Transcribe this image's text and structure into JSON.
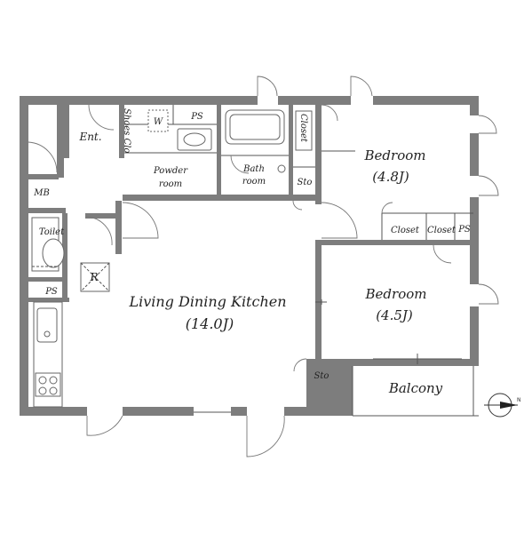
{
  "rooms": {
    "bedroom1_name": "Bedroom",
    "bedroom1_size": "(4.8J)",
    "bedroom2_name": "Bedroom",
    "bedroom2_size": "(4.5J)",
    "ldk_name": "Living Dining Kitchen",
    "ldk_size": "(14.0J)",
    "balcony": "Balcony",
    "entrance": "Ent.",
    "shoes_closet": "Shoes Clo",
    "washer": "W",
    "powder_room_1": "Powder",
    "powder_room_2": "room",
    "bath_room_1": "Bath",
    "bath_room_2": "room",
    "pipe_space_top": "PS",
    "pipe_space_toilet": "PS",
    "pipe_space_bedroom": "PS",
    "closet_vertical": "Closet",
    "storage_bath": "Sto",
    "storage_ldk": "Sto",
    "closet_bedroom_a": "Closet",
    "closet_bedroom_b": "Closet",
    "meter_box": "MB",
    "toilet": "Toilet",
    "refrigerator": "R"
  },
  "compass": {
    "north_mark": "N",
    "icon": "compass-icon"
  },
  "colors": {
    "wall": "#7d7d7d",
    "line": "#555555",
    "background": "#ffffff"
  }
}
